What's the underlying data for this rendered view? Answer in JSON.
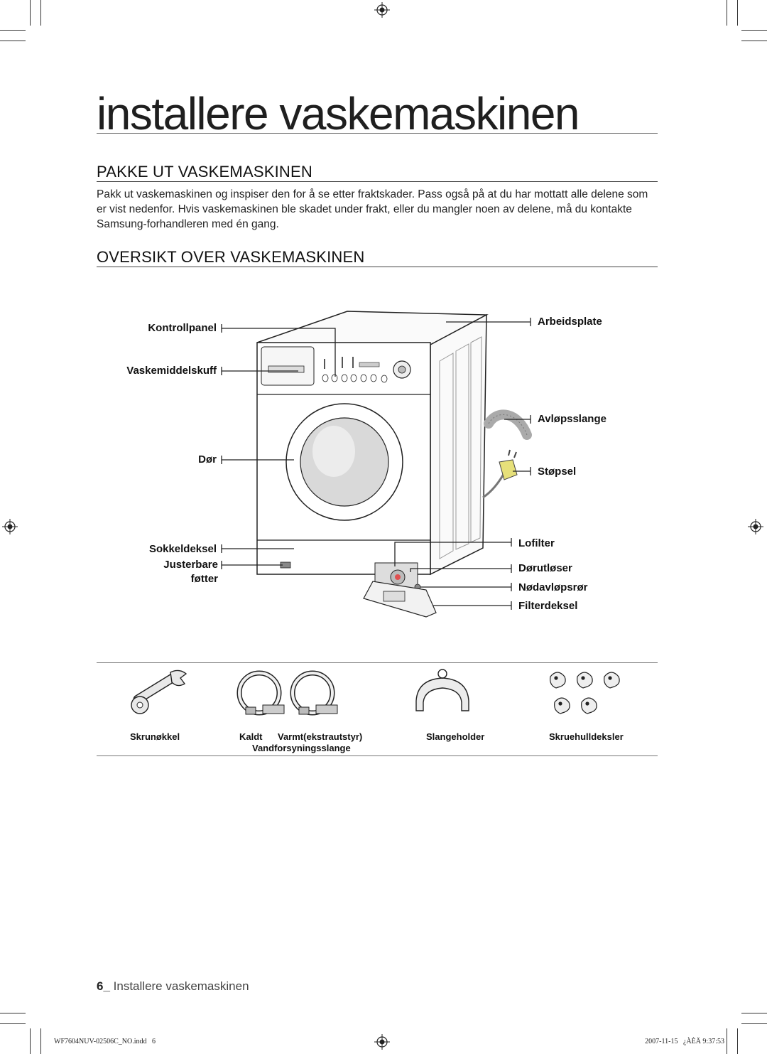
{
  "page": {
    "title": "installere vaskemaskinen",
    "section1_heading": "PAKKE UT VASKEMASKINEN",
    "section1_text": "Pakk ut vaskemaskinen og inspiser den for å se etter fraktskader. Pass også på at du har mottatt alle delene som er vist nedenfor. Hvis vaskemaskinen ble skadet under frakt, eller du mangler noen av delene, må du kontakte Samsung-forhandleren med én gang.",
    "section2_heading": "OVERSIKT OVER VASKEMASKINEN"
  },
  "diagram": {
    "left_labels": {
      "control_panel": "Kontrollpanel",
      "detergent_drawer": "Vaskemiddelskuff",
      "door": "Dør",
      "plinth_cover": "Sokkeldeksel",
      "adjustable_feet_1": "Justerbare",
      "adjustable_feet_2": "føtter"
    },
    "right_labels": {
      "worktop": "Arbeidsplate",
      "drain_hose": "Avløpsslange",
      "plug": "Støpsel",
      "lint_filter": "Lofilter",
      "door_release": "Dørutløser",
      "emergency_drain": "Nødavløpsrør",
      "filter_cover": "Filterdeksel"
    }
  },
  "accessories": {
    "spanner": "Skrunøkkel",
    "cold": "Kaldt",
    "hot": "Varmt(ekstrautstyr)",
    "water_hose": "Vandforsyningsslange",
    "hose_holder": "Slangeholder",
    "bolt_caps": "Skruehulldeksler"
  },
  "footer": {
    "page_number": "6_",
    "page_label": "Installere vaskemaskinen",
    "slug_file": "WF7604NUV-02506C_NO.indd   6",
    "slug_date": "2007-11-15   ¿ÀÈÄ 9:37:53"
  }
}
